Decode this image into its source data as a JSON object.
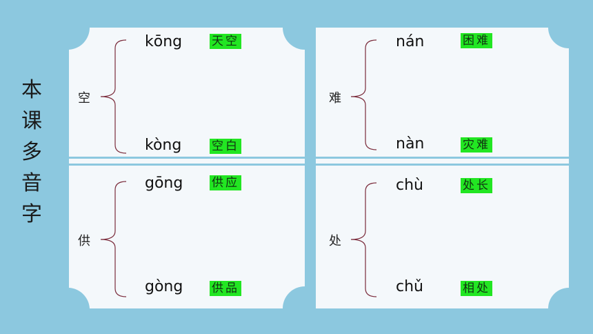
{
  "side_title": [
    "本",
    "课",
    "多",
    "音",
    "字"
  ],
  "panels": [
    {
      "char": "空",
      "readings": [
        {
          "pinyin": "kōng",
          "word": "天空"
        },
        {
          "pinyin": "kòng",
          "word": "空白"
        }
      ]
    },
    {
      "char": "难",
      "readings": [
        {
          "pinyin": "nán",
          "word": "困难"
        },
        {
          "pinyin": "nàn",
          "word": "灾难"
        }
      ]
    },
    {
      "char": "供",
      "readings": [
        {
          "pinyin": "gōng",
          "word": "供应"
        },
        {
          "pinyin": "gòng",
          "word": "供品"
        }
      ]
    },
    {
      "char": "处",
      "readings": [
        {
          "pinyin": "chù",
          "word": "处长"
        },
        {
          "pinyin": "chǔ",
          "word": "相处"
        }
      ]
    }
  ],
  "colors": {
    "background": "#8cc8df",
    "card": "#f4f8fb",
    "highlight": "#22e622",
    "brace": "#7a2a3a"
  }
}
